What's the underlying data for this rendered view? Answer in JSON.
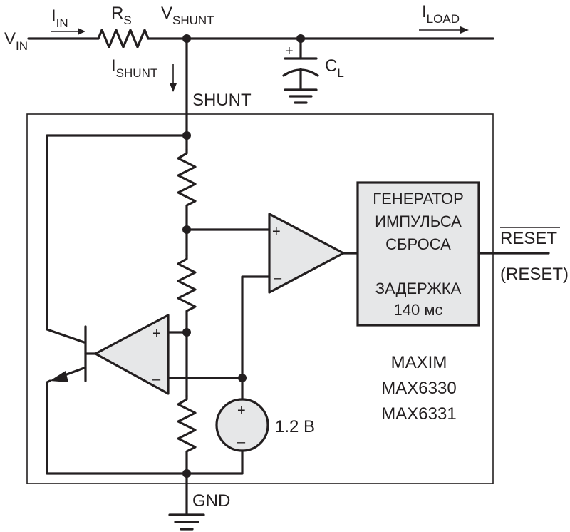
{
  "colors": {
    "ink": "#231f20",
    "block_fill": "#e6e7e8",
    "opamp_fill": "#e6e7e8",
    "background": "#ffffff"
  },
  "labels": {
    "vin": "V",
    "vin_sub": "IN",
    "iin": "I",
    "iin_sub": "IN",
    "rs": "R",
    "rs_sub": "S",
    "vshunt": "V",
    "vshunt_sub": "SHUNT",
    "iload": "I",
    "iload_sub": "LOAD",
    "ishunt": "I",
    "ishunt_sub": "SHUNT",
    "cl": "C",
    "cl_sub": "L",
    "shunt_pin": "SHUNT",
    "gnd_pin": "GND",
    "reset_pin": "RESET",
    "reset_alt": "(RESET)",
    "vref": "1.2 В"
  },
  "block": {
    "lines": [
      "ГЕНЕРАТОР",
      "ИМПУЛЬСА",
      "СБРОСА"
    ],
    "delay_label": "ЗАДЕРЖКА",
    "delay_value": "140 мс"
  },
  "chip": {
    "lines": [
      "MAXIM",
      "MAX6330",
      "MAX6331"
    ]
  },
  "signs": {
    "plus": "+",
    "minus": "–"
  }
}
